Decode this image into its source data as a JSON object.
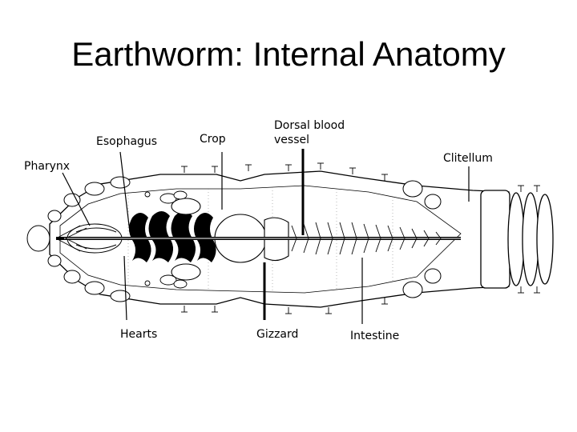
{
  "slide": {
    "title": "Earthworm:  Internal Anatomy"
  },
  "diagram": {
    "labels": {
      "pharynx": "Pharynx",
      "esophagus": "Esophagus",
      "crop": "Crop",
      "dorsal_blood_vessel_1": "Dorsal blood",
      "dorsal_blood_vessel_2": "vessel",
      "clitellum": "Clitellum",
      "hearts": "Hearts",
      "gizzard": "Gizzard",
      "intestine": "Intestine"
    }
  }
}
